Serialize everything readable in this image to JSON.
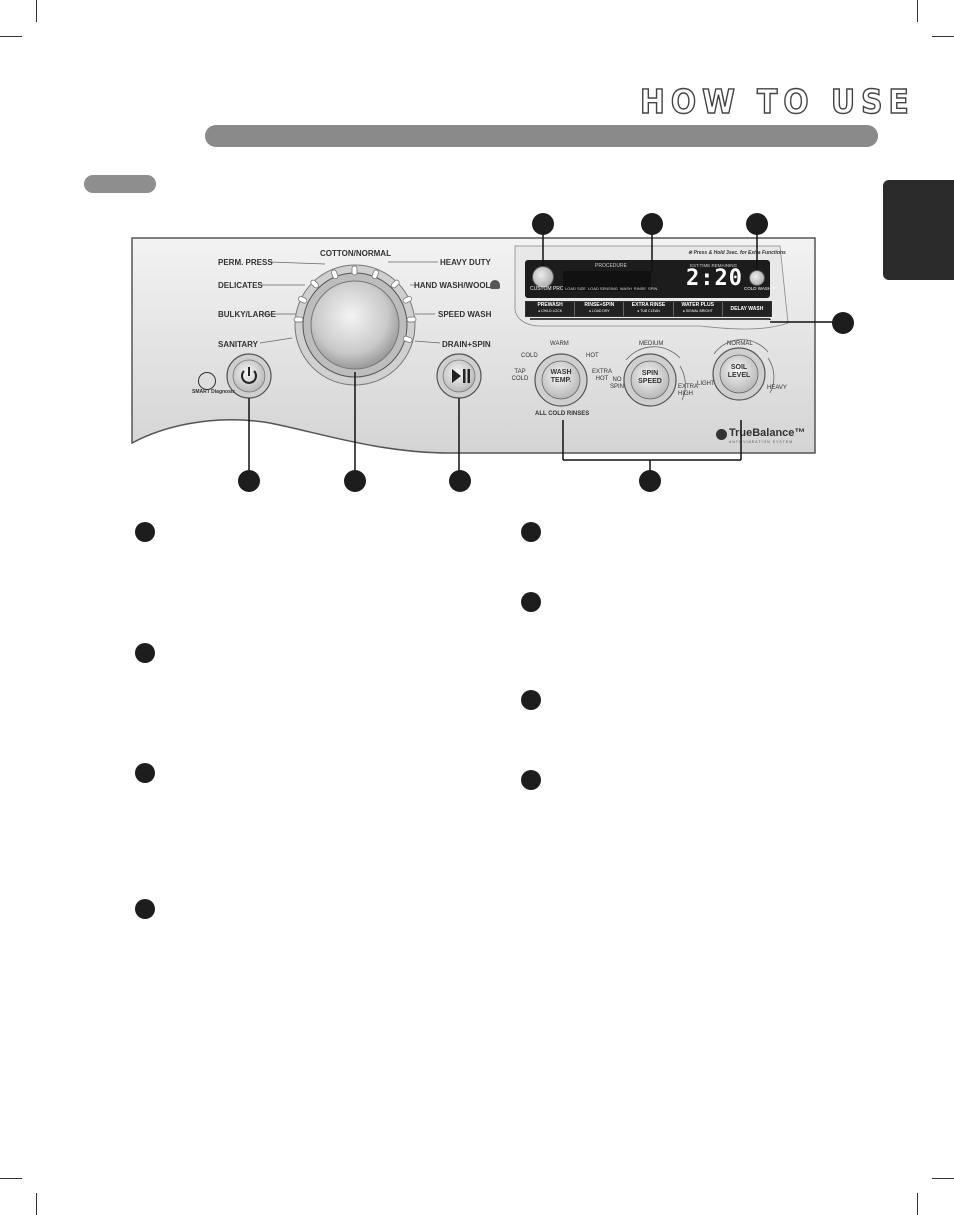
{
  "header": {
    "title": "HOW TO USE"
  },
  "dial": {
    "perm_press": "PERM. PRESS",
    "cotton_normal": "COTTON/NORMAL",
    "heavy_duty": "HEAVY DUTY",
    "delicates": "DELICATES",
    "hand_wash_wool": "HAND WASH/WOOL",
    "bulky_large": "BULKY/LARGE",
    "speed_wash": "SPEED WASH",
    "sanitary": "SANITARY",
    "drain_spin": "DRAIN+SPIN"
  },
  "power": {
    "smart_label": "SMART Diagnosis"
  },
  "display": {
    "custom_program": "CUSTOM PROGRAM",
    "programme_hdr": "PROCEDURE",
    "time_hdr": "EST.TIME REMAINING",
    "stages": [
      "LOAD SIZE",
      "LOAD SENSING",
      "WASH",
      "RINSE",
      "SPIN"
    ],
    "time": "2:20",
    "coldwash": "COLD WASH™",
    "press_hold": "※ Press & Hold 3sec. for Extra Functions"
  },
  "options": [
    {
      "label": "PREWASH",
      "sub": "● CHILD LOCK"
    },
    {
      "label": "RINSE+SPIN",
      "sub": "● LOAD DRY"
    },
    {
      "label": "EXTRA RINSE",
      "sub": "● TUB CLEAN"
    },
    {
      "label": "WATER PLUS",
      "sub": "● SIGNAL BRIGHT"
    },
    {
      "label": "DELAY WASH",
      "sub": ""
    }
  ],
  "temp": {
    "warm": "WARM",
    "cold": "COLD",
    "hot": "HOT",
    "tap_cold": "TAP COLD",
    "extra_hot": "EXTRA HOT",
    "knob": "WASH TEMP.",
    "all_cold": "ALL COLD RINSES"
  },
  "spin": {
    "medium": "MEDIUM",
    "no_spin": "NO SPIN",
    "extra_high": "EXTRA HIGH",
    "knob": "SPIN SPEED"
  },
  "soil": {
    "normal": "NORMAL",
    "light": "LIGHT",
    "heavy": "HEAVY",
    "knob": "SOIL LEVEL"
  },
  "brand": {
    "name": "TrueBalance™",
    "sub": "ANTI-VIBRATION SYSTEM"
  }
}
